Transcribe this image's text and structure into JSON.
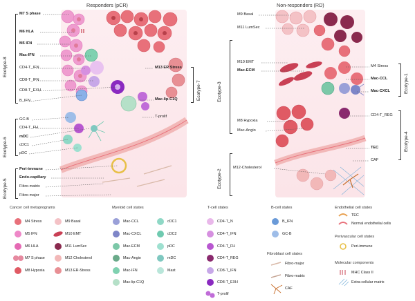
{
  "titles": {
    "left": "Responders (pCR)",
    "right": "Non-responders (RD)"
  },
  "left_panel": {
    "ecotypes": [
      {
        "name": "Ecotype-8",
        "labels": [
          "M7 S phase",
          "M6 HLA",
          "M5 IFN",
          "Mac-IFN",
          "CD4-T_IFN",
          "CD8-T_IFN",
          "CD8-T_EXH",
          "B_IFN"
        ],
        "bold": [
          true,
          true,
          true,
          true,
          false,
          false,
          false,
          false
        ]
      },
      {
        "name": "Ecotype-6",
        "labels": [
          "GC-B",
          "CD4-T_FH",
          "mDC",
          "cDC1",
          "pDC"
        ],
        "bold": [
          false,
          false,
          true,
          false,
          false
        ]
      },
      {
        "name": "Ecotype-5",
        "labels": [
          "Peri-immune",
          "Endo-capillary",
          "Fibro-matrix",
          "Fibro-major"
        ],
        "bold": [
          true,
          true,
          false,
          false
        ]
      },
      {
        "name": "Ecotype-7",
        "labels": [
          "M13 ER Stress",
          "Mac-lip-C1Q"
        ],
        "bold": [
          true,
          true
        ]
      }
    ],
    "extra_labels": [
      "T-prolif"
    ]
  },
  "right_panel": {
    "ecotype3": {
      "name": "Ecotype-3",
      "labels": [
        "M10 EMT",
        "Mac-ECM",
        "M8 Hypoxia",
        "Mac-Angio"
      ]
    },
    "ecotype2": {
      "name": "Ecotype-2",
      "labels": [
        "M12-Cholesterol"
      ]
    },
    "ecotype1": {
      "name": "Ecotype-1",
      "labels": [
        "M4 Stress",
        "Mac-CCL",
        "Mac-CXCL"
      ]
    },
    "ecotype4": {
      "name": "Ecotype-4",
      "labels": [
        "CD4-T_REG",
        "TEC",
        "CAF"
      ]
    },
    "top_labels": [
      "M9 Basal",
      "M11 LumSec"
    ]
  },
  "legend": {
    "cancer": {
      "title": "Cancer cell metaprograms",
      "items": [
        "M4 Stress",
        "M5 IFN",
        "M6 HLA",
        "M7 S phase",
        "M8 Hypoxia",
        "M9 Basal",
        "M10 EMT",
        "M11 LumSec",
        "M12 Cholesterol",
        "M13 ER-Stress"
      ],
      "colors": [
        "#e8707a",
        "#ee88c8",
        "#e56ab4",
        "#e68aa0",
        "#e05a64",
        "#f4c2c6",
        "#c94055",
        "#8a2a4e",
        "#f2b8b8",
        "#e88f94"
      ]
    },
    "myeloid": {
      "title": "Myeloid cell states",
      "items": [
        "Mac-CCL",
        "Mac-CXCL",
        "Mac-ECM",
        "Mac-Angio",
        "Mac-IFN",
        "Mac-lip-C1Q",
        "cDC1",
        "cDC2",
        "pDC",
        "mDC",
        "Mast"
      ],
      "colors": [
        "#9aa0d8",
        "#7e86c8",
        "#7cc8a8",
        "#6aaa8a",
        "#7fd1b0",
        "#b5e0c8",
        "#8fd8c6",
        "#6fcab0",
        "#9ee0d0",
        "#7fc8c0",
        "#b9e6da"
      ]
    },
    "tcell": {
      "title": "T-cell states",
      "items": [
        "CD4-T_N",
        "CD4-T_IFN",
        "CD4-T_FH",
        "CD4-T_REG",
        "CD8-T_IFN",
        "CD8-T_EXH",
        "T-prolif"
      ],
      "colors": [
        "#e9b8ea",
        "#d690e0",
        "#b857d0",
        "#8a2a6e",
        "#c7a8e8",
        "#8a2ac0",
        "#c06cd8"
      ]
    },
    "bcell": {
      "title": "B-cell states",
      "items": [
        "B_IFN",
        "GC-B"
      ],
      "colors": [
        "#6a9ad8",
        "#9ebde8"
      ]
    },
    "fibro": {
      "title": "Fibroblast cell states",
      "items": [
        "Fibro-major",
        "Fibro-matrix",
        "CAF"
      ],
      "colors": [
        "#d9b9a8",
        "#c8a898",
        "#c8702e"
      ]
    },
    "endo": {
      "title": "Endothelial cell states",
      "items": [
        "TEC",
        "Normal endothelial cells"
      ],
      "colors": [
        "#e8a050",
        "#e8707a"
      ]
    },
    "peri": {
      "title": "Perivascular cell states",
      "items": [
        "Peri-immune"
      ],
      "colors": [
        "#e8c048"
      ]
    },
    "mol": {
      "title": "Molecular components",
      "items": [
        "MHC Class II",
        "Extra-cellular matrix"
      ],
      "colors": [
        "#c84050",
        "#7ab0d8"
      ]
    }
  }
}
